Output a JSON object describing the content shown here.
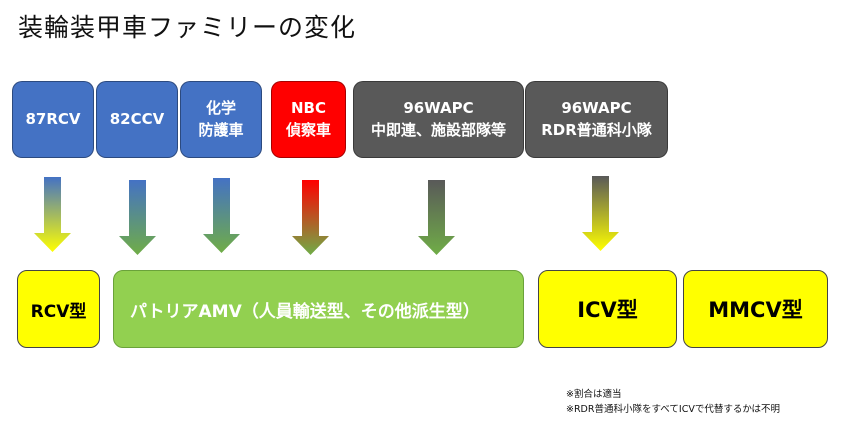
{
  "title": "装輪装甲車ファミリーの変化",
  "sources": [
    {
      "line1": "87RCV",
      "line2": "",
      "color": "#4472c4"
    },
    {
      "line1": "82CCV",
      "line2": "",
      "color": "#4472c4"
    },
    {
      "line1": "化学",
      "line2": "防護車",
      "color": "#4472c4"
    },
    {
      "line1": "NBC",
      "line2": "偵察車",
      "color": "#ff0000"
    },
    {
      "line1": "96WAPC",
      "line2": "中即連、施設部隊等",
      "color": "#595959"
    },
    {
      "line1": "96WAPC",
      "line2": "RDR普通科小隊",
      "color": "#595959"
    }
  ],
  "targets": [
    {
      "label": "RCV型",
      "color": "#ffff00"
    },
    {
      "label": "パトリアAMV（人員輸送型、その他派生型）",
      "color": "#92d050"
    },
    {
      "label": "ICV型",
      "color": "#ffff00"
    },
    {
      "label": "MMCV型",
      "color": "#ffff00"
    }
  ],
  "arrows": [
    {
      "from": "87RCV",
      "to": "RCV型",
      "top_color": "#4472c4",
      "bottom_color": "#ffff00"
    },
    {
      "from": "82CCV",
      "to": "パトリアAMV",
      "top_color": "#4472c4",
      "bottom_color": "#70ad47"
    },
    {
      "from": "化学防護車",
      "to": "パトリアAMV",
      "top_color": "#4472c4",
      "bottom_color": "#70ad47"
    },
    {
      "from": "NBC偵察車",
      "to": "パトリアAMV",
      "top_color": "#ff0000",
      "bottom_color": "#70ad47"
    },
    {
      "from": "96WAPC 中即連、施設部隊等",
      "to": "パトリアAMV",
      "top_color": "#595959",
      "bottom_color": "#70ad47"
    },
    {
      "from": "96WAPC RDR普通科小隊",
      "to": "ICV型",
      "top_color": "#595959",
      "bottom_color": "#ffff00"
    }
  ],
  "notes": [
    "※割合は適当",
    "※RDR普通科小隊をすべてICVで代替するかは不明"
  ]
}
